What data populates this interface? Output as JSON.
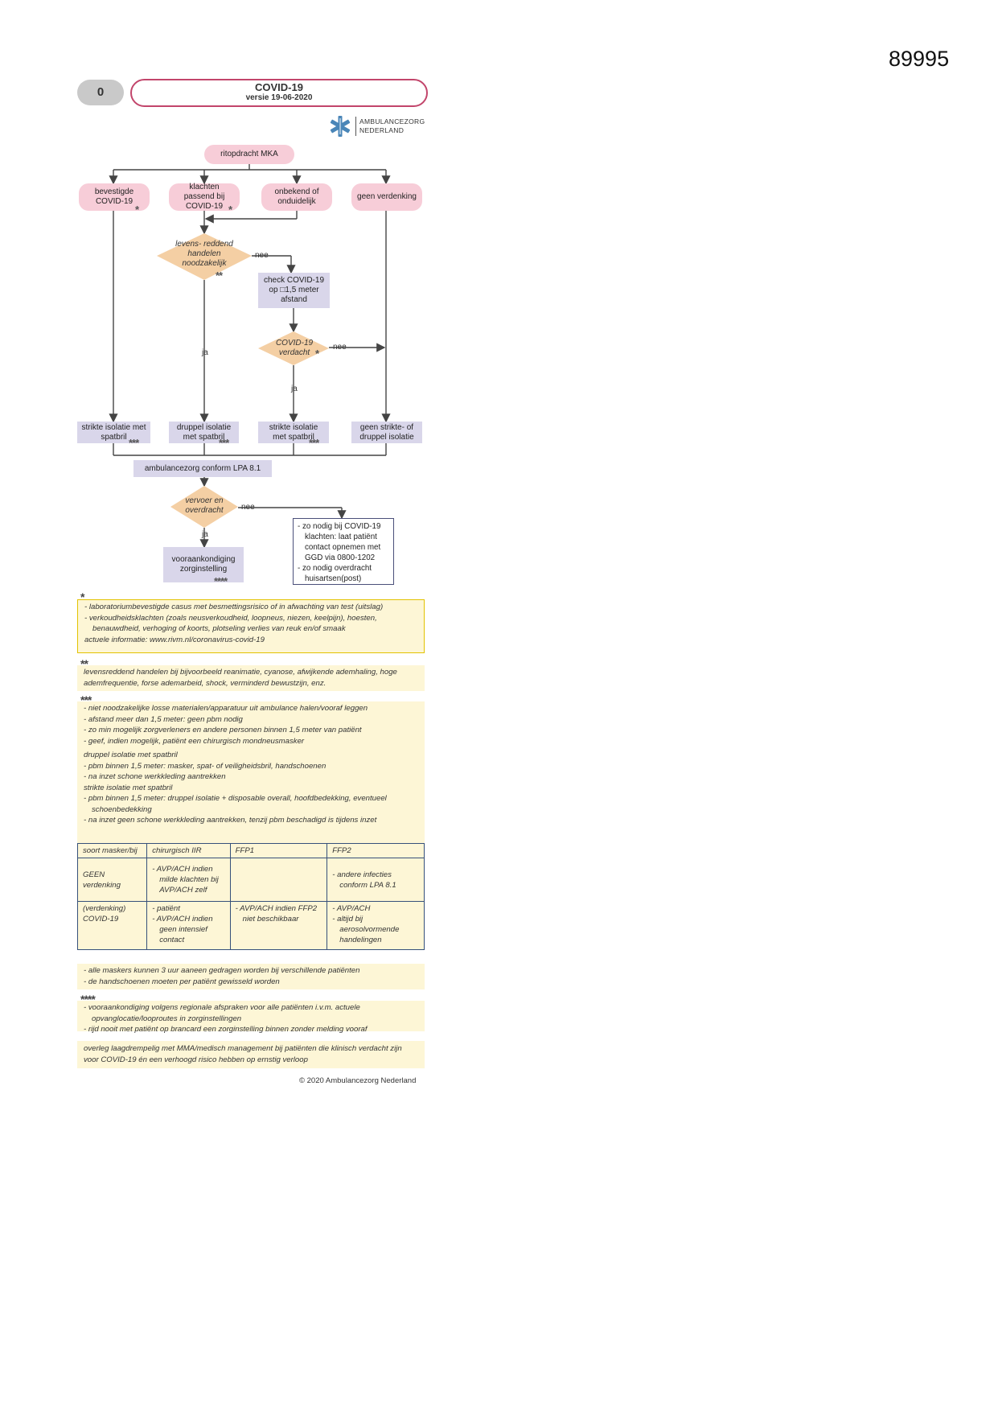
{
  "page_id": "89995",
  "header": {
    "number": "0",
    "title": "COVID-19",
    "version": "versie 19-06-2020",
    "logo_line1": "AMBULANCEZORG",
    "logo_line2": "NEDERLAND"
  },
  "flow": {
    "start": "ritopdracht MKA",
    "cat1": "bevestigde COVID-19",
    "cat2": "klachten passend bij COVID-19",
    "cat3": "onbekend of onduidelijk",
    "cat4": "geen verdenking",
    "decision1": "levens- reddend handelen noodzakelijk",
    "check": "check COVID-19 op □1,5 meter afstand",
    "decision2": "COVID-19 verdacht",
    "out1": "strikte isolatie met spatbril",
    "out2": "druppel isolatie met spatbril",
    "out3": "strikte isolatie met spatbril",
    "out4": "geen strikte- of druppel isolatie",
    "lpa": "ambulancezorg conform LPA 8.1",
    "decision3": "vervoer en overdracht",
    "pre_announce": "vooraankondiging zorginstelling",
    "advice": [
      "zo nodig bij COVID-19 klachten: laat patiënt contact opnemen met GGD via 0800-1202",
      "zo nodig overdracht huisartsen(post)"
    ],
    "yes": "ja",
    "no": "nee",
    "star1": "*",
    "star2": "**",
    "star3": "***",
    "star4": "****"
  },
  "notes": {
    "s1": {
      "items": [
        "laboratoriumbevestigde casus met besmettingsrisico of in afwachting van test (uitslag)",
        "verkoudheidsklachten (zoals neusverkoudheid, loopneus, niezen, keelpijn), hoesten, benauwdheid, verhoging of koorts, plotseling verlies van reuk en/of smaak"
      ],
      "info": "actuele informatie: www.rivm.nl/coronavirus-covid-19"
    },
    "s2": {
      "text": "levensreddend handelen bij bijvoorbeeld reanimatie, cyanose, afwijkende ademhaling, hoge ademfrequentie, forse ademarbeid, shock, verminderd bewustzijn, enz."
    },
    "s3": {
      "items": [
        "niet noodzakelijke losse materialen/apparatuur uit ambulance halen/vooraf leggen",
        "afstand meer dan 1,5 meter: geen pbm nodig",
        "zo min mogelijk zorgverleners en andere personen binnen 1,5 meter van patiënt",
        "geef, indien mogelijk, patiënt een chirurgisch mondneusmasker"
      ],
      "druppel_head": "druppel isolatie met spatbril",
      "druppel_items": [
        "pbm binnen 1,5 meter: masker, spat- of veiligheidsbril, handschoenen",
        "na inzet schone werkkleding aantrekken"
      ],
      "strikt_head": "strikte isolatie met spatbril",
      "strikt_items": [
        "pbm binnen 1,5 meter: druppel isolatie + disposable overall, hoofdbedekking, eventueel schoenbedekking",
        "na inzet geen schone werkkleding aantrekken, tenzij pbm beschadigd is tijdens inzet"
      ]
    },
    "table": {
      "headers": [
        "soort masker/bij",
        "chirurgisch IIR",
        "FFP1",
        "FFP2"
      ],
      "rows": [
        {
          "label": "GEEN verdenking",
          "c1": [
            "AVP/ACH indien milde klachten bij AVP/ACH zelf"
          ],
          "c2": [],
          "c3": [
            "andere infecties conform LPA 8.1"
          ]
        },
        {
          "label": "(verdenking) COVID-19",
          "c1": [
            "patiënt",
            "AVP/ACH indien geen intensief contact"
          ],
          "c2": [
            "AVP/ACH indien FFP2 niet beschikbaar"
          ],
          "c3": [
            "AVP/ACH",
            "altijd bij aerosolvormende handelingen"
          ]
        }
      ],
      "after": [
        "alle maskers kunnen 3 uur aaneen gedragen worden bij verschillende patiënten",
        "de handschoenen moeten per patiënt gewisseld worden"
      ]
    },
    "s4": {
      "items": [
        "vooraankondiging volgens regionale afspraken voor alle patiënten i.v.m. actuele opvanglocatie/looproutes in zorginstellingen",
        "rijd nooit met patiënt op brancard een zorginstelling binnen zonder melding vooraf"
      ]
    },
    "final": "overleg laagdrempelig met MMA/medisch management bij patiënten die klinisch verdacht zijn voor COVID-19 én een verhoogd risico hebben op ernstig verloop",
    "copyright": "© 2020 Ambulancezorg Nederland"
  },
  "colors": {
    "pink": "#f7cdd8",
    "diamond": "#f4cfa4",
    "lavender": "#d9d6ea",
    "note_bg": "#fdf6d6",
    "accent": "#c2456b"
  }
}
